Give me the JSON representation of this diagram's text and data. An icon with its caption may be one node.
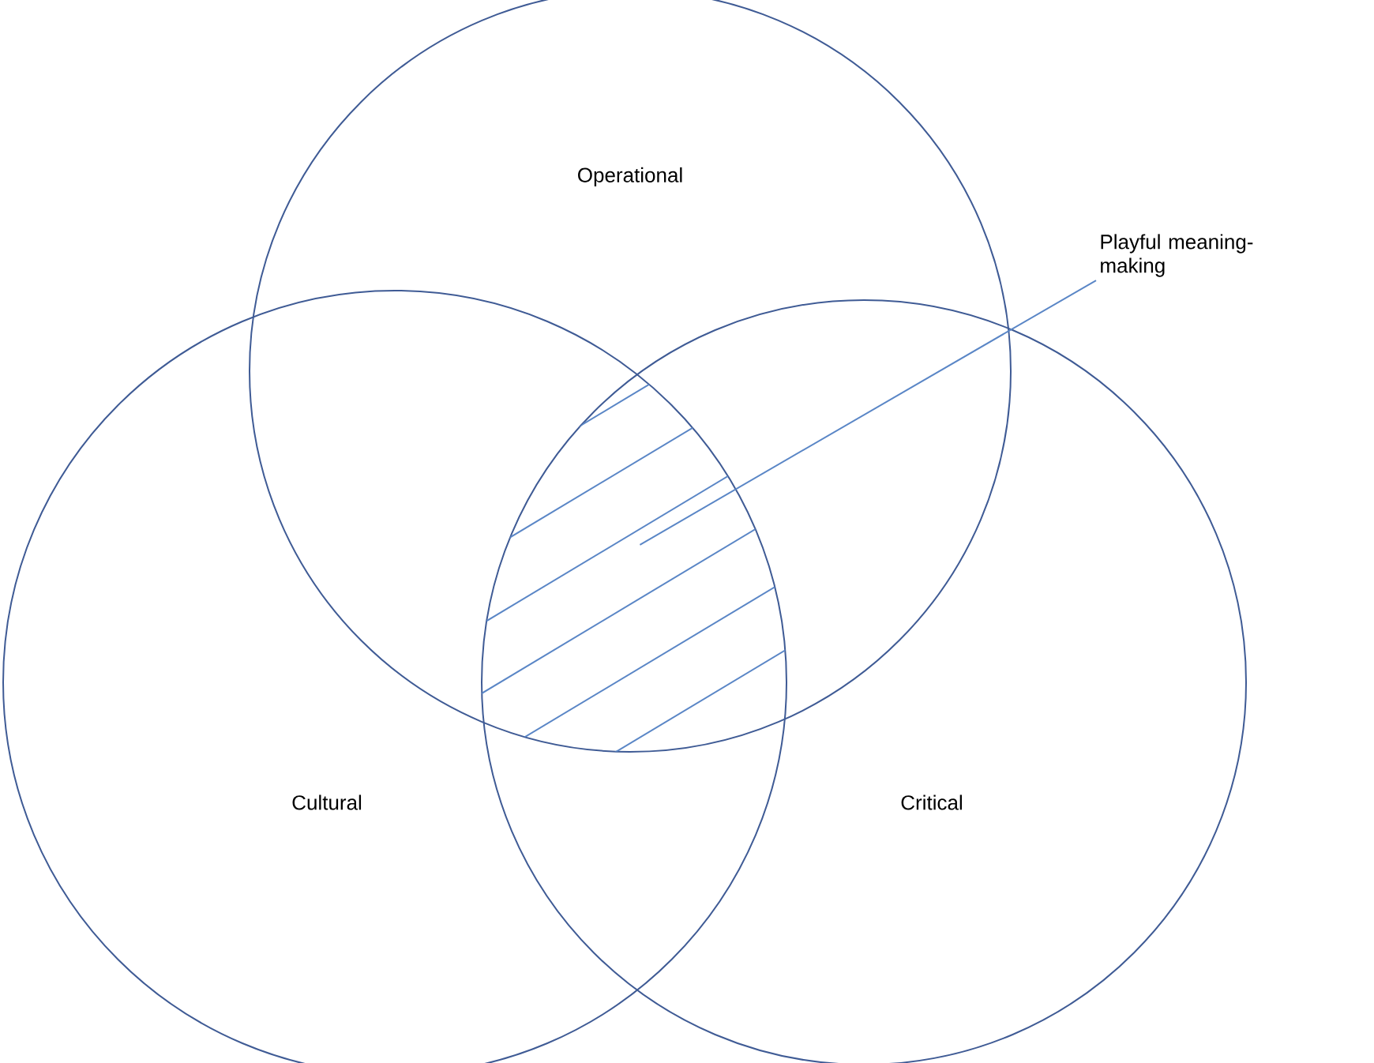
{
  "diagram": {
    "nodes": [
      {
        "text": [
          "Operational"
        ]
      },
      {
        "text": [
          "Cultural"
        ]
      },
      {
        "text": [
          "Critical"
        ]
      },
      {
        "text": [
          "Playful meaning-making"
        ]
      },
      {
        "text": [],
        "shape": "region"
      }
    ],
    "edges": [
      {
        "from": 3,
        "to": 4,
        "arrow": "none"
      }
    ]
  }
}
